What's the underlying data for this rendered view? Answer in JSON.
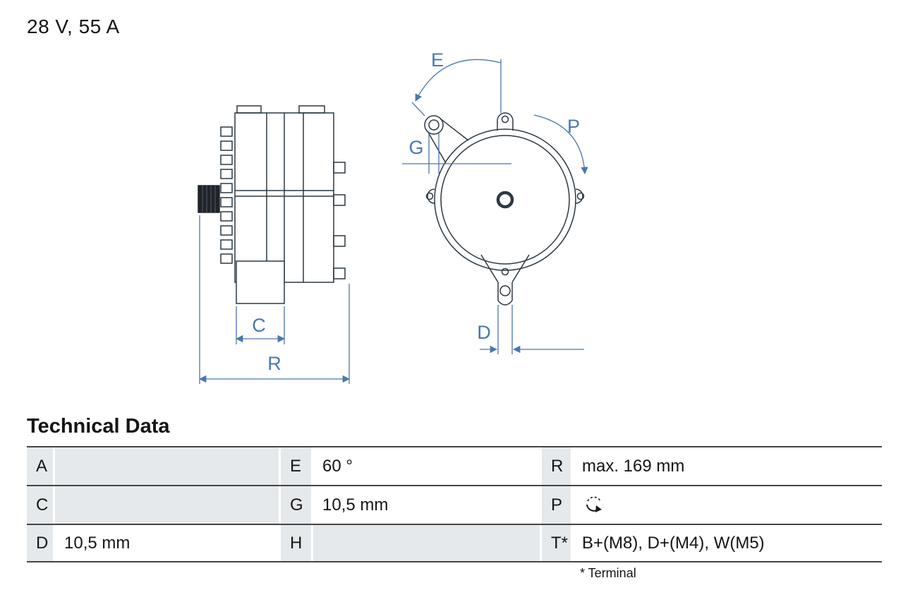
{
  "header": {
    "rating": "28 V, 55 A"
  },
  "diagram": {
    "dimension_labels": {
      "c": "C",
      "r": "R",
      "e": "E",
      "g": "G",
      "p": "P",
      "d": "D"
    },
    "colors": {
      "part_line": "#2c3844",
      "dimension_line": "#4a77ae"
    }
  },
  "technical_data": {
    "title": "Technical Data",
    "footnote": "* Terminal",
    "rows": [
      {
        "cells": [
          {
            "key": "A",
            "value": ""
          },
          {
            "key": "E",
            "value": "60 °"
          },
          {
            "key": "R",
            "value": "max. 169 mm"
          }
        ]
      },
      {
        "cells": [
          {
            "key": "C",
            "value": ""
          },
          {
            "key": "G",
            "value": "10,5 mm"
          },
          {
            "key": "P",
            "value": "",
            "value_icon": "rotation-direction-icon"
          }
        ]
      },
      {
        "cells": [
          {
            "key": "D",
            "value": "10,5 mm"
          },
          {
            "key": "H",
            "value": ""
          },
          {
            "key": "T*",
            "value": "B+(M8), D+(M4), W(M5)"
          }
        ]
      }
    ]
  }
}
